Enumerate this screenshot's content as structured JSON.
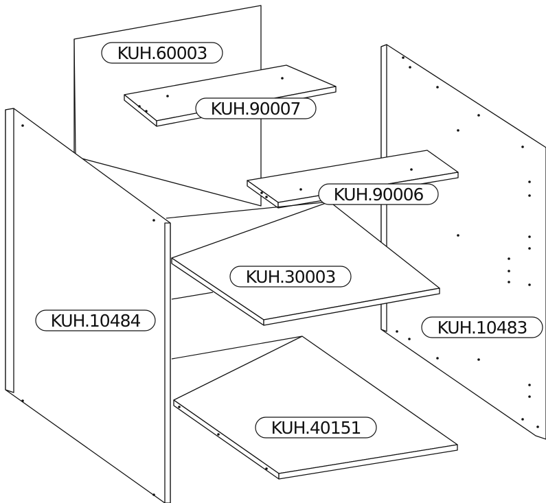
{
  "parts": {
    "back_panel": "KUH.60003",
    "upper_shelf": "KUH.90007",
    "middle_shelf": "KUH.90006",
    "right_side_panel": "KUH.10483",
    "top_board": "KUH.30003",
    "left_side_panel": "KUH.10484",
    "bottom_board": "KUH.40151"
  }
}
